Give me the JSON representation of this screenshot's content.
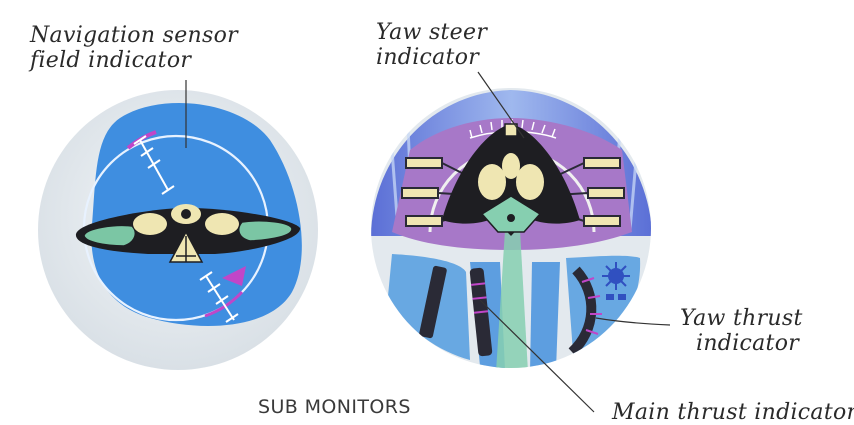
{
  "labels": {
    "nav_sensor": [
      "Navigation sensor",
      "field indicator"
    ],
    "yaw_steer": [
      "Yaw steer",
      "indicator"
    ],
    "yaw_thrust": [
      "Yaw thrust",
      "indicator"
    ],
    "main_thrust": "Main thrust indicator"
  },
  "caption": "SUB MONITORS",
  "colors": {
    "monitor_face": "#e6ecf0",
    "field_blue": "#3f8ee0",
    "wing_dark": "#1e1e22",
    "wing_green": "#7bc6a4",
    "cream": "#efe6b2",
    "magenta": "#c046c8",
    "purple_panel": "#a778c8",
    "lower_blue": "#68a8e2",
    "jet_green": "#86cfb0",
    "leader_line": "#333333"
  }
}
